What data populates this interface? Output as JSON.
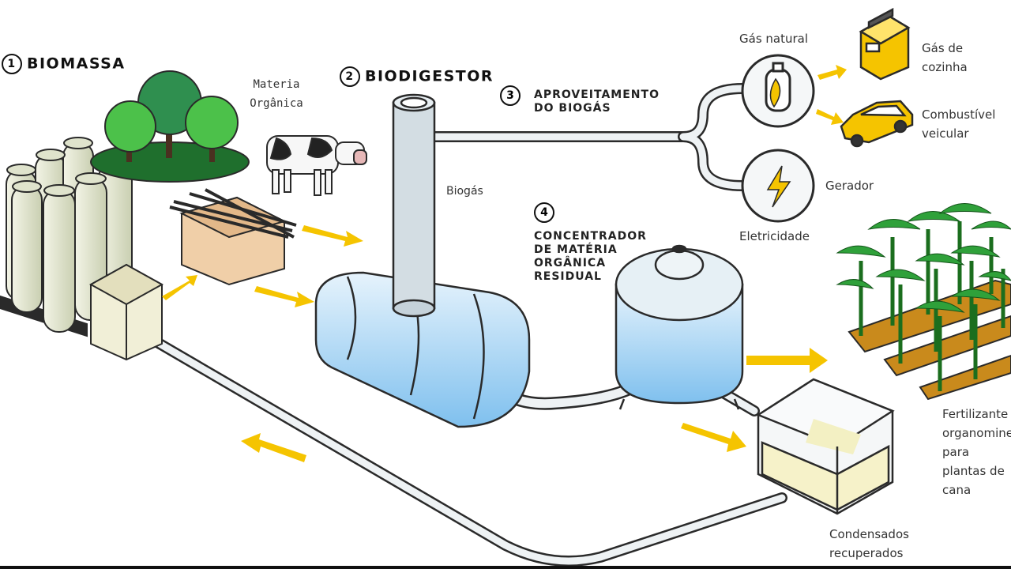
{
  "steps": {
    "s1": {
      "num": "1",
      "title": "BIOMASSA"
    },
    "s2": {
      "num": "2",
      "title": "BIODIGESTOR"
    },
    "s3": {
      "num": "3",
      "title": "APROVEITAMENTO DO BIOGÁS"
    },
    "s4": {
      "num": "4",
      "title": "CONCENTRADOR DE MATÉRIA ORGÂNICA RESIDUAL"
    }
  },
  "labels": {
    "organic": "Materia Orgânica",
    "biogas": "Biogás",
    "natural_gas": "Gás natural",
    "cooking_gas": "Gás de cozinha",
    "vehicle_fuel": "Combustível veicular",
    "generator": "Gerador",
    "electricity": "Eletricidade",
    "fertilizer": "Fertilizante organomineral para plantas de cana",
    "condensates": "Condensados recuperados"
  },
  "colors": {
    "arrow": "#f5c400",
    "pipe": "#dde6ea",
    "tank_water": "#a9d6f5",
    "foliage": "#3fae3a",
    "soil": "#c98a1c"
  },
  "icons": [
    "gas-cylinder-icon",
    "lightning-icon",
    "stove-icon",
    "car-icon",
    "cow-icon",
    "tree-icon",
    "sugarcane-icon"
  ]
}
